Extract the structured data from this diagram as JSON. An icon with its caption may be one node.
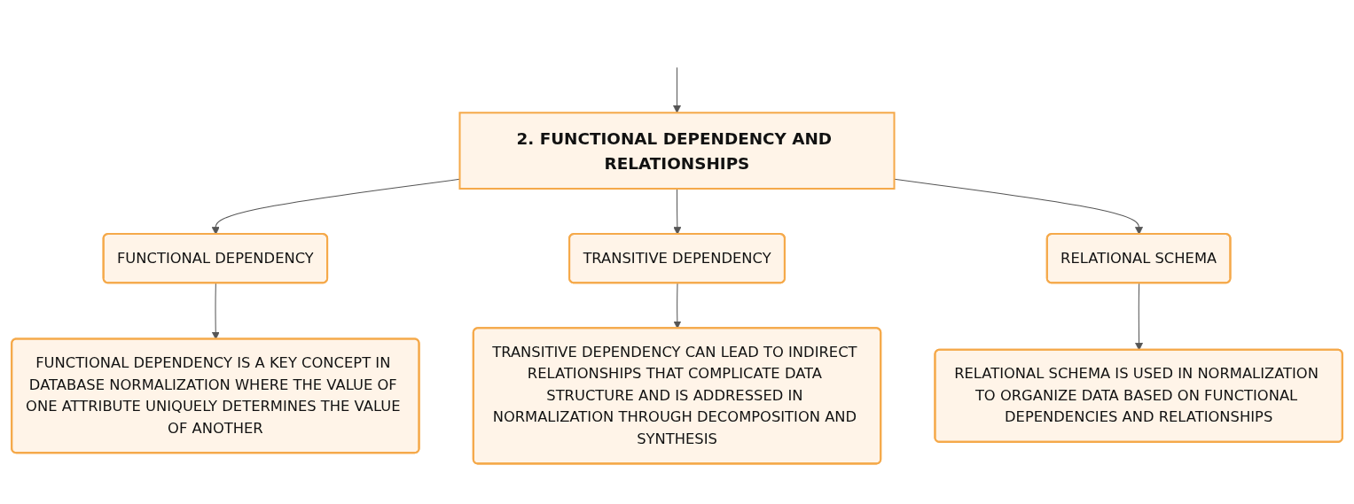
{
  "diagram": {
    "nodes": [
      {
        "text": [
          "2. FUNCTIONAL DEPENDENCY AND RELATIONSHIPS"
        ]
      },
      {
        "text": [
          "FUNCTIONAL DEPENDENCY"
        ]
      },
      {
        "text": [
          "TRANSITIVE DEPENDENCY"
        ]
      },
      {
        "text": [
          "RELATIONAL SCHEMA"
        ]
      },
      {
        "text": [
          "FUNCTIONAL DEPENDENCY IS A KEY CONCEPT IN DATABASE NORMALIZATION WHERE THE VALUE OF ONE ATTRIBUTE UNIQUELY DETERMINES THE VALUE OF ANOTHER"
        ]
      },
      {
        "text": [
          "TRANSITIVE DEPENDENCY CAN LEAD TO INDIRECT RELATIONSHIPS THAT COMPLICATE DATA STRUCTURE AND IS ADDRESSED IN NORMALIZATION THROUGH DECOMPOSITION AND SYNTHESIS"
        ]
      },
      {
        "text": [
          "RELATIONAL SCHEMA IS USED IN NORMALIZATION TO ORGANIZE DATA BASED ON FUNCTIONAL DEPENDENCIES AND RELATIONSHIPS"
        ]
      }
    ],
    "edges": [
      {
        "from": null,
        "to": 0,
        "arrow": "to"
      },
      {
        "from": 0,
        "to": 1,
        "arrow": "to"
      },
      {
        "from": 0,
        "to": 2,
        "arrow": "to"
      },
      {
        "from": 0,
        "to": 3,
        "arrow": "to"
      },
      {
        "from": 1,
        "to": 4,
        "arrow": "to"
      },
      {
        "from": 2,
        "to": 5,
        "arrow": "to"
      },
      {
        "from": 3,
        "to": 6,
        "arrow": "to"
      }
    ]
  }
}
